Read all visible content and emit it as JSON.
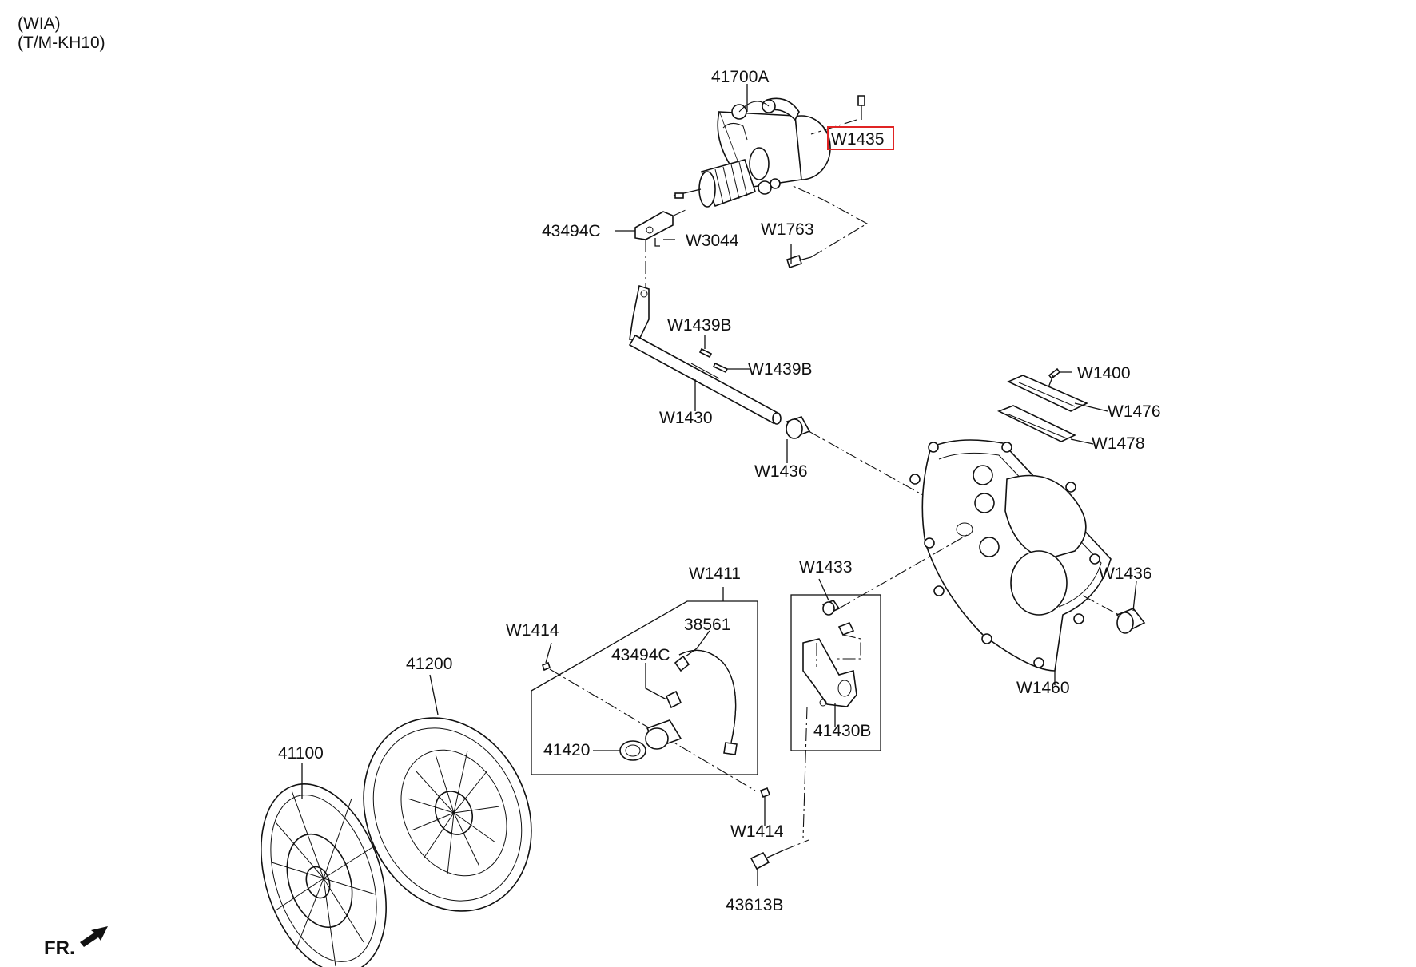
{
  "header": {
    "line1": "(WIA)",
    "line2": "(T/M-KH10)"
  },
  "labels": {
    "p41700A": "41700A",
    "w1435": "W1435",
    "p43494C_top": "43494C",
    "w3044": "W3044",
    "w1763": "W1763",
    "w1439b_1": "W1439B",
    "w1439b_2": "W1439B",
    "w1430": "W1430",
    "w1436_a": "W1436",
    "w1400": "W1400",
    "w1476": "W1476",
    "w1478": "W1478",
    "w1433": "W1433",
    "w1436_b": "W1436",
    "w1460": "W1460",
    "w1411": "W1411",
    "p38561": "38561",
    "w1414_a": "W1414",
    "p43494C_low": "43494C",
    "p41200": "41200",
    "p41420": "41420",
    "p41430B": "41430B",
    "p41100": "41100",
    "w1414_b": "W1414",
    "p43613B": "43613B"
  },
  "footer": {
    "front_marker": "FR."
  },
  "colors": {
    "line": "#111111",
    "highlight": "#e02424",
    "background": "#ffffff"
  }
}
